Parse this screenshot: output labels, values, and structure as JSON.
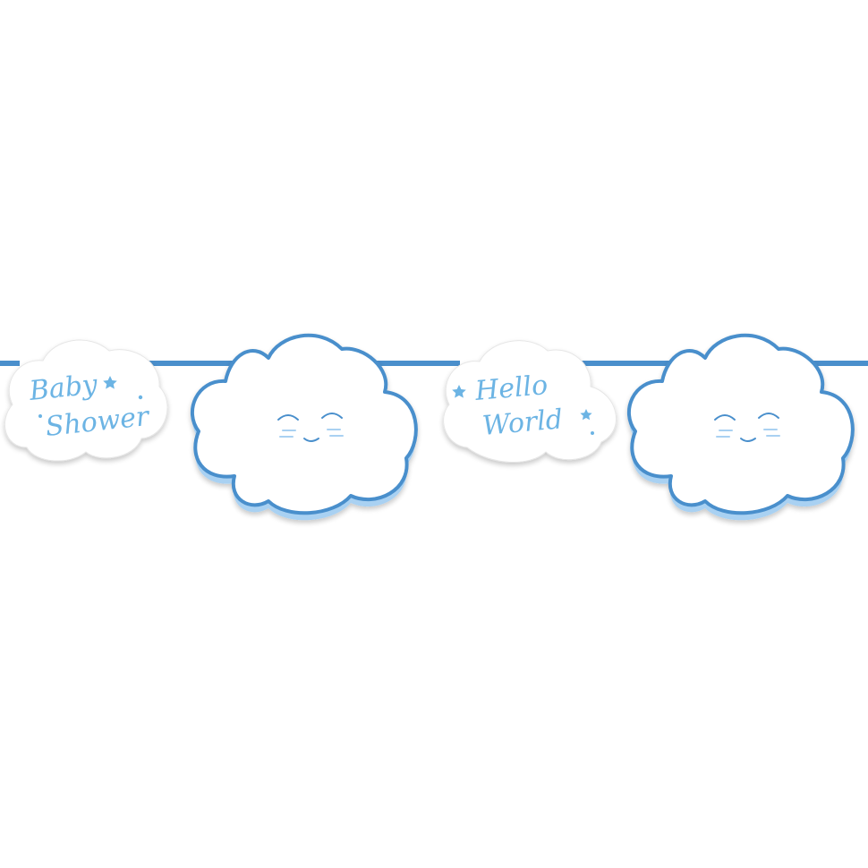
{
  "product": {
    "name": "baby shower cloud garland banner",
    "colors": {
      "string": "#4a8fcc",
      "cloud_outline": "#4a8fcc",
      "cloud_shadow": "#a9d1f2",
      "cloud_fill": "#ffffff",
      "sign_shadow": "#e6e6e6",
      "lettering": "#6cb4e4",
      "face": "#4a8fcc",
      "background": "#ffffff"
    }
  },
  "pennants": [
    {
      "kind": "text-sign",
      "lines": [
        "Baby",
        "Shower"
      ],
      "decoration": "star-icon"
    },
    {
      "kind": "smiling-cloud",
      "face": "sleeping-smile"
    },
    {
      "kind": "text-sign",
      "lines": [
        "Hello",
        "World"
      ],
      "decoration": "star-icon"
    },
    {
      "kind": "smiling-cloud",
      "face": "sleeping-smile"
    }
  ]
}
